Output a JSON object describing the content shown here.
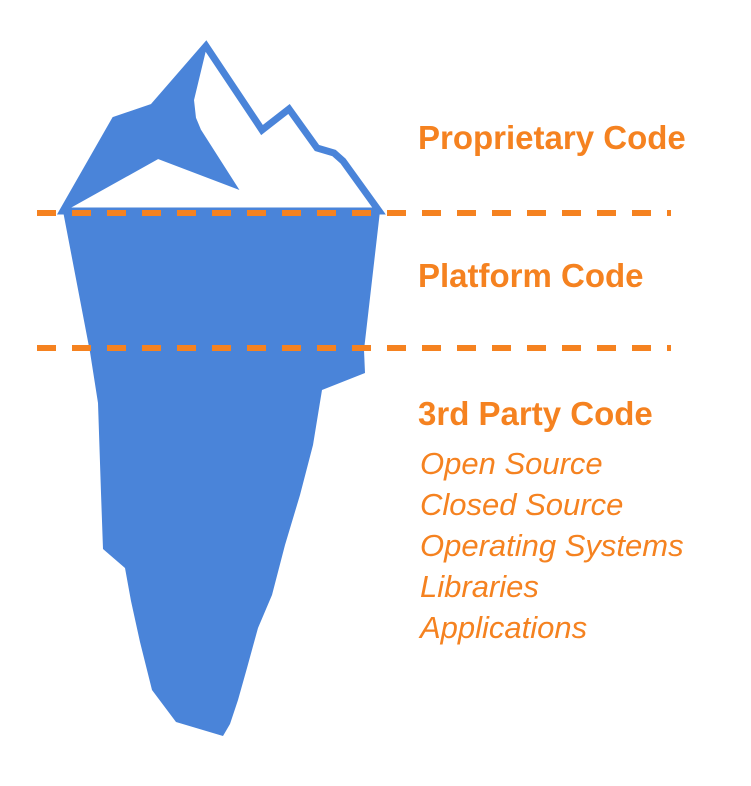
{
  "diagram": {
    "type": "iceberg-infographic",
    "sections": [
      {
        "id": "above-waterline",
        "label": "Proprietary Code"
      },
      {
        "id": "middle-layer",
        "label": "Platform Code"
      },
      {
        "id": "deep-layer",
        "label": "3rd Party Code",
        "items": [
          "Open Source",
          "Closed Source",
          "Operating Systems",
          "Libraries",
          "Applications"
        ]
      }
    ]
  },
  "colors": {
    "iceberg_blue": "#4A84D9",
    "accent_orange": "#F58220",
    "background": "#FFFFFF",
    "mountain_fill": "#FFFFFF"
  }
}
